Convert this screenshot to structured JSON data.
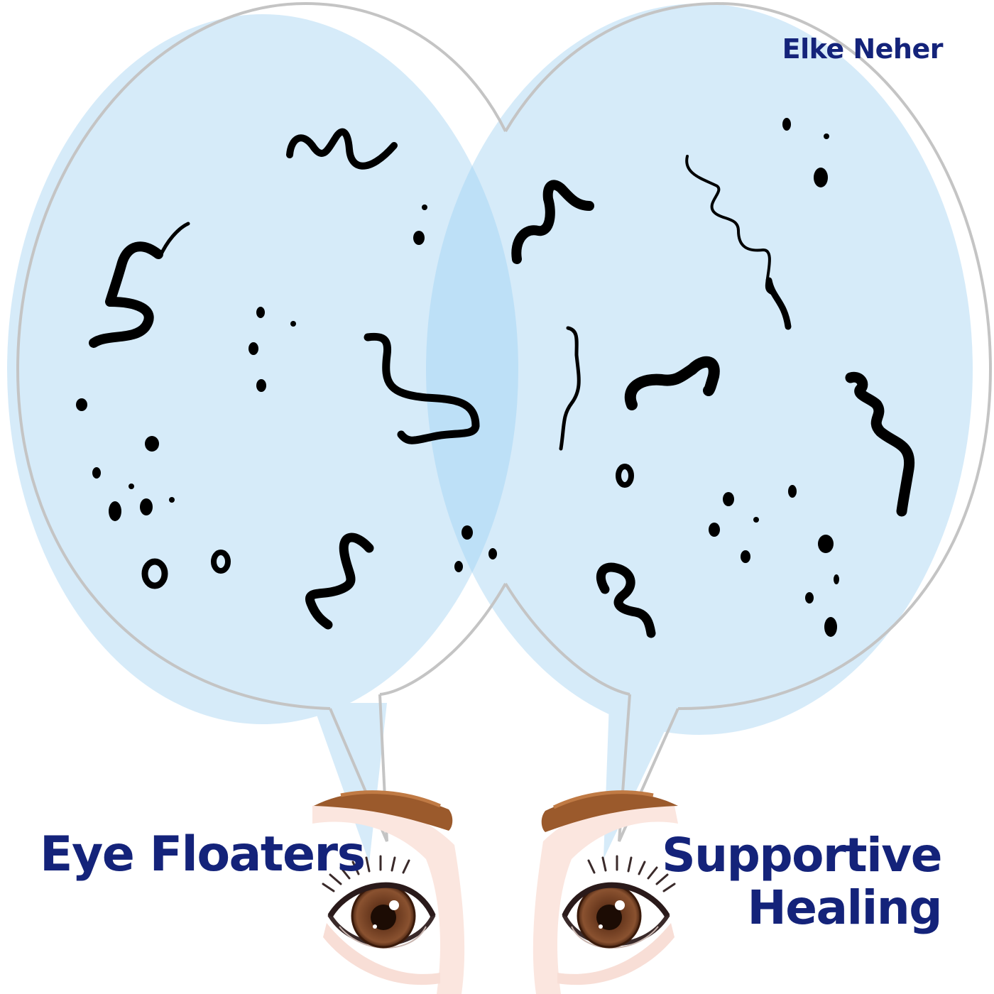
{
  "author": "Elke Neher",
  "title_left": "Eye Floaters",
  "title_right": {
    "line1": "Supportive",
    "line2": "Healing"
  },
  "colors": {
    "text": "#14237a",
    "bubble_fill": "#d6ebf9",
    "bubble_overlap": "#bde0f7",
    "bubble_outline": "#c4c4c4",
    "floater": "#000000",
    "eyebrow": "#9b5a2c",
    "iris": "#7a4526",
    "skin_shadow": "#f8ded6"
  },
  "icons": [
    "speech-bubble-icon",
    "eye-icon",
    "eyebrow-icon",
    "floater-squiggle-icon",
    "floater-dot-icon"
  ]
}
